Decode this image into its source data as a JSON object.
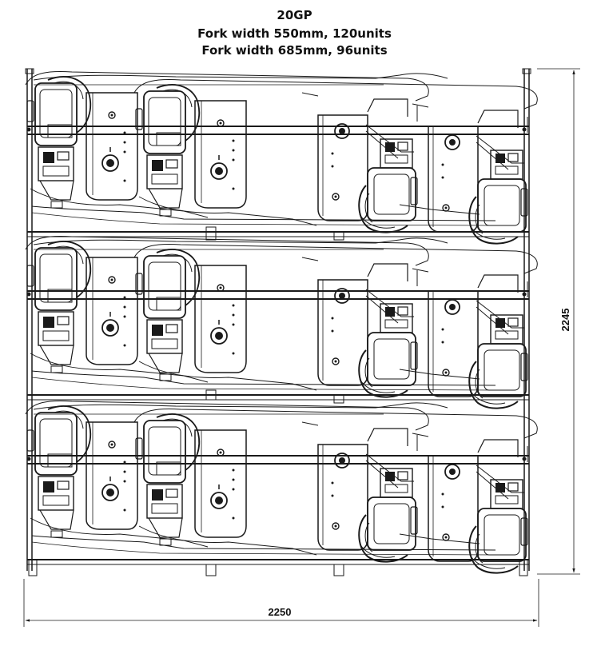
{
  "header": {
    "line1": "20GP",
    "line2": "Fork width 550mm, 120units",
    "line3": "Fork width 685mm, 96units"
  },
  "dimensions": {
    "width_label": "2250",
    "height_label": "2245"
  },
  "layout": {
    "tiers": 3,
    "units_per_tier": 4
  },
  "colors": {
    "line": "#1a1a1a",
    "background": "#ffffff"
  }
}
